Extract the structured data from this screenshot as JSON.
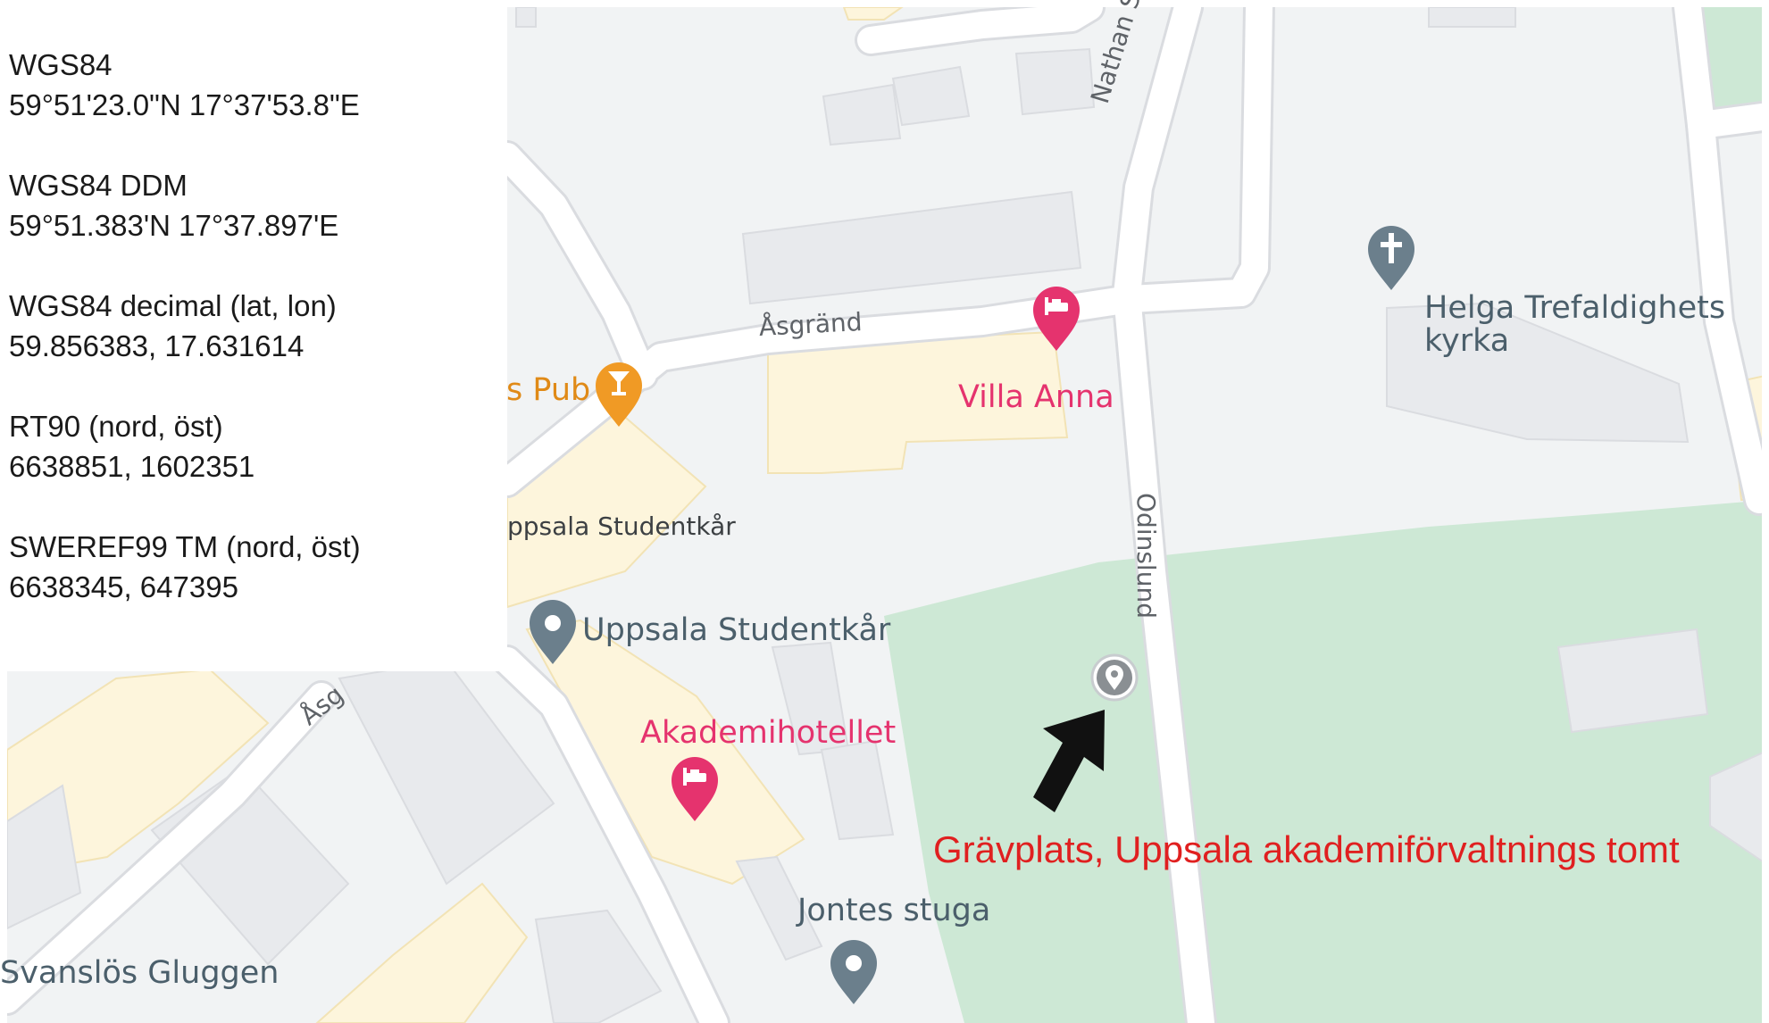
{
  "coordinates": [
    {
      "system": "WGS84",
      "value": "59°51'23.0\"N 17°37'53.8\"E"
    },
    {
      "system": "WGS84 DDM",
      "value": "59°51.383'N 17°37.897'E"
    },
    {
      "system": "WGS84 decimal (lat, lon)",
      "value": "59.856383, 17.631614"
    },
    {
      "system": "RT90 (nord, öst)",
      "value": "6638851, 1602351"
    },
    {
      "system": "SWEREF99 TM (nord, öst)",
      "value": "6638345, 647395"
    }
  ],
  "map": {
    "streets": {
      "nathan": "Nathan Söderb",
      "odinslund": "Odinslund",
      "asgrand": "Åsgränd",
      "asg_partial": "Åsg"
    },
    "pois": {
      "pub": "s Pub",
      "villa_anna": "Villa Anna",
      "helga_1": "Helga Trefaldighets",
      "helga_2": "kyrka",
      "studentkar_building": "ppsala Studentkår",
      "studentkar": "Uppsala Studentkår",
      "akademihotellet": "Akademihotellet",
      "jontes": "Jontes stuga",
      "svanslos": "Svanslös Gluggen"
    },
    "annotation": {
      "label": "Grävplats, Uppsala akademiförvaltnings tomt"
    },
    "colors": {
      "background": "#f1f3f4",
      "park": "#cde8d5",
      "road": "#ffffff",
      "building": "#e8eaed",
      "building_yellow": "#fdf5dc",
      "pin_pink": "#e5336e",
      "pin_grey": "#6b7f8c",
      "pin_amber": "#f09a25",
      "arrow": "#111111",
      "label_red": "#e02020"
    },
    "icons": {
      "church": "cross-pin-icon",
      "hotel": "bed-pin-icon",
      "pub": "cocktail-pin-icon",
      "place": "place-pin-icon",
      "dig_site": "grey-marker-icon",
      "pointer": "arrow-icon"
    }
  }
}
